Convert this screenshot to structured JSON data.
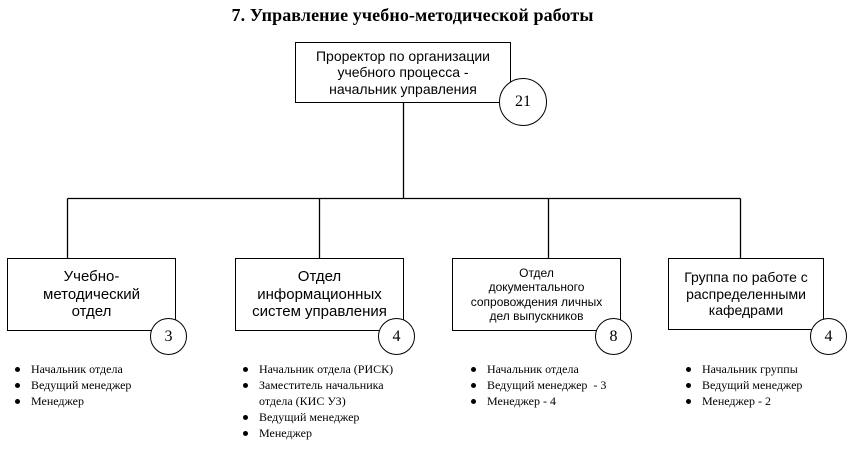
{
  "title": "7. Управление учебно-методической работы",
  "head": {
    "label": "Проректор по организации\nучебного процесса -\nначальник управления",
    "count": "21"
  },
  "departments": [
    {
      "label": "Учебно-\nметодический\nотдел",
      "count": "3",
      "staff": [
        "Начальник отдела",
        "Ведущий менеджер",
        "Менеджер"
      ]
    },
    {
      "label": "Отдел\nинформационных\nсистем управления",
      "count": "4",
      "staff": [
        "Начальник отдела (РИСК)",
        "Заместитель начальника отдела (КИС УЗ)",
        "Ведущий менеджер",
        "Менеджер"
      ]
    },
    {
      "label": "Отдел\nдокументального\nсопровождения личных\nдел выпускников",
      "count": "8",
      "staff": [
        "Начальник отдела",
        "Ведущий менеджер  - 3",
        "Менеджер - 4"
      ]
    },
    {
      "label": "Группа по работе с\nраспределенными\nкафедрами",
      "count": "4",
      "staff": [
        "Начальник группы",
        "Ведущий менеджер",
        "Менеджер - 2"
      ]
    }
  ]
}
